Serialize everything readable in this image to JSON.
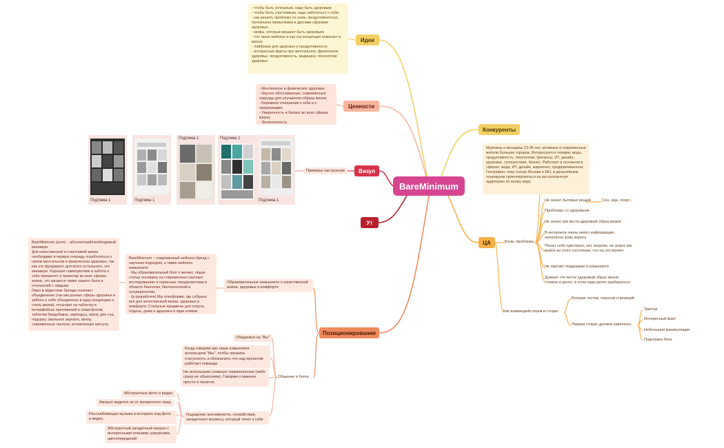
{
  "root": "BareMinimum",
  "branches": {
    "ideas": "Идеи",
    "values": "Ценности",
    "visual": "Визул",
    "ut": "Ут",
    "positioning": "Позиционирование",
    "competitors": "Конкуренты",
    "ca": "ЦА"
  },
  "ideas_text": "- чтобы быть успешным, надо быть здоровым;\n- чтобы быть счастливым, надо заботиться о себе;\n- как решить проблему со сном, продуктивностью, полезными привычками и другими сферами здоровья;\n- мифы, которые мешают быть здоровым;\n- что такое wellness и как эта концепция помогает в жизни;\n- лайфхаки для здоровья и продуктивности;\n- интересные факты про ментальное, физическое здоровье, продуктивность, медицину, технологии здоровья",
  "values_text": "- Ментальное и физическое здоровье;\n- Научно обоснованные, современные подходы для улучшения образа жизни;\n- Бережное отношение к себе и к окружающим;\n- Умеренность и баланс во всех сферах жизни;\n- Экологичность",
  "visual": {
    "label": "Примеры настроение",
    "thumbs": [
      "Подтема 1",
      "Подтема 1",
      "Подтема 1",
      "Подтема 1",
      "Подтема 1"
    ]
  },
  "ca": {
    "portrait": "Мужчины и женщины 23-35 лет, активные и современные жители больших городов. Интересуются темами: мода, продуктивность, технологии, финансы, ИТ, дизайн, здоровье, путешествия, бизнес. Работают в основном в сферах: мода, ИТ, дизайн, маркетинг, предприниматели. География: пока только Москва и МО, в дальнейшем планируем ориентироваться на русскоязычную аудиторию по всему миру",
    "pains_label": "Боли, проблемы",
    "pains": [
      "Не знают бытовых вещей",
      "Проблемы со здоровьем",
      "Не знают как вести здоровый образ жизни",
      "В интернете очень много информации , непонятно кому верить",
      "Плохо себя чувствуют, нет энергии, не знают как выйти из этого состояния, что на это влияет",
      "Не хватает поддержки и комьюнити",
      "Думают что вести здоровый образ жизни сложно и долго, в этом надо долго разбираться"
    ],
    "pain_sub": "Сон, еда, спорт...",
    "stories_label": "Как взаимодействуем в сторис",
    "stories": [
      "Больше тестов, опросов и реакций",
      "Первая сторис должна завлекать"
    ],
    "hooks": [
      "Триггер",
      "Интересный факт",
      "Небольшая манипуляция",
      "Подсказка бота"
    ]
  },
  "positioning": {
    "edu_label": "Образовательное комьюнити о качественной жизни, здоровье и комфорте",
    "brand_text": "BareMinimum – современный wellness-бренд с научным подходом, а также wellness-комьюнити:\n- Мы образовательный блог о велнес. Наши статьи основаны на современных научных исследованиях и написаны специалистами в области биологии, биотехнологий и нутрициологии.\n- (в разработке) Мы платформа, где собрано всё для качественной жизни, здоровья и комфорта. Стильные предметы для спорта, отдыха, дома и здоровья в паре кликов.",
    "about_text": "BareMinimum (англ) – абсолютный/необходимый минимум.\nДля качественной и счастливой жизни необходимо в первую очередь позаботиться о своем ментальном и физическом здоровье, так как это фундамент для всего остального, это минимум. Хорошее самочувствие и забота о себе приоритет и ориентир во всех сферах жизни, это касается также нашего быта и отношений с людьми.\nОвал в айдентике бренда означает объединение (так как разные сферы здоровья и заботы о себе объединены в одну концепцию и стиль жизни), отсылает на таблетку в интерфейсах приложений и смартфонов, таблетки биодобавок, эирподсы, маску для сна, подушку, овальное зеркало, ванну, современные гантели, космическую капсулу",
    "comm_label": "Общение в блоге",
    "comm_items": [
      "Общаемся на \"Вы\"",
      "Когда говорим про наше комьюнити используем \"Мы\", чтобы показать статусность и обозначить что над проектом работает команда",
      "Не используем сложную терминологию (либо сразу ее объясняем). Говорим о важном просто и понятно",
      "Ощущение анонимности, спокойствия, загадочного космоса, который тянет к себе"
    ],
    "mood_items": [
      "Абстрактные фото и видео",
      "Аккаунт ведется не от конкретного лица",
      "Расслабляющая музыка в историях под фото и видео",
      "Абстрактный загадочный визуал с интересными планами, ракурсами, цветопередачей"
    ]
  },
  "colors": {
    "root": "#d6458f",
    "ideas": "#f2d066",
    "values": "#f6b49d",
    "visual": "#d8334a",
    "ut": "#b8202c",
    "positioning": "#ef8a5d",
    "ca": "#f6b049"
  }
}
